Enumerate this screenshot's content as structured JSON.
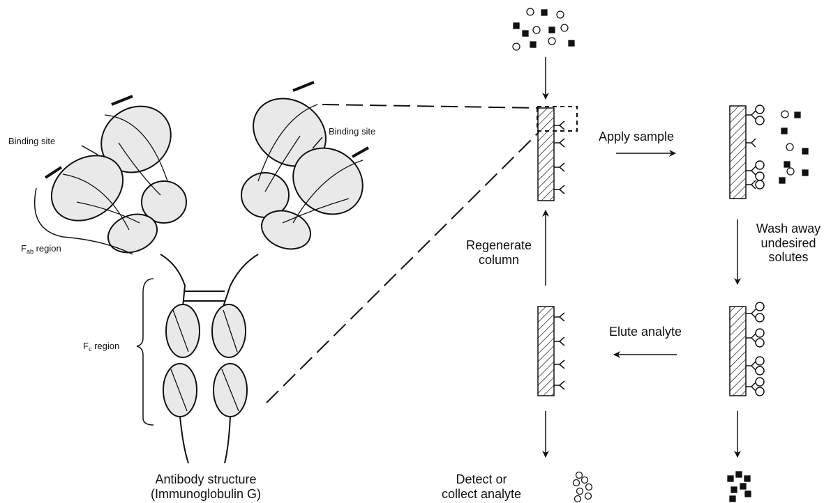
{
  "antibody": {
    "binding_site_left": "Binding site",
    "binding_site_right": "Binding site",
    "fab_main": "F",
    "fab_sub": "ab",
    "fab_suffix": " region",
    "fc_main": "F",
    "fc_sub": "c",
    "fc_suffix": " region",
    "caption_line1": "Antibody structure",
    "caption_line2": "(Immunoglobulin G)"
  },
  "cycle": {
    "apply_sample": "Apply sample",
    "wash_line1": "Wash away",
    "wash_line2": "undesired",
    "wash_line3": "solutes",
    "elute": "Elute analyte",
    "regenerate_line1": "Regenerate",
    "regenerate_line2": "column",
    "detect_line1": "Detect or",
    "detect_line2": "collect analyte"
  },
  "colors": {
    "ink": "#111111",
    "background": "#ffffff"
  }
}
